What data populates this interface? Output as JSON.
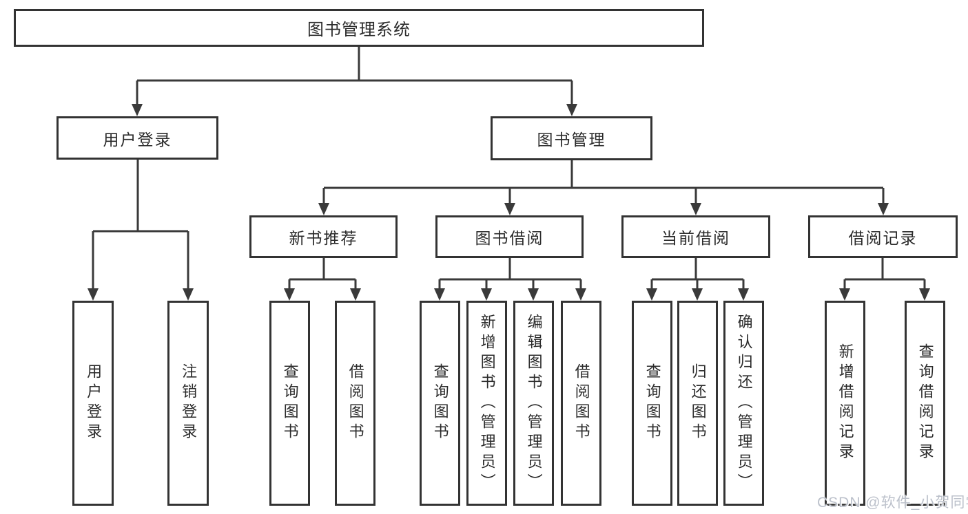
{
  "diagram": {
    "root": {
      "label": "图书管理系统"
    },
    "level2": [
      {
        "label": "用户登录"
      },
      {
        "label": "图书管理"
      }
    ],
    "level3": [
      {
        "label": "新书推荐"
      },
      {
        "label": "图书借阅"
      },
      {
        "label": "当前借阅"
      },
      {
        "label": "借阅记录"
      }
    ],
    "leaves": {
      "user_login": [
        "用户登录",
        "注销登录"
      ],
      "new_book_recommend": [
        "查询图书",
        "借阅图书"
      ],
      "book_borrow": [
        "查询图书",
        "新增图书（管理员）",
        "编辑图书（管理员）",
        "借阅图书"
      ],
      "current_borrow": [
        "查询图书",
        "归还图书",
        "确认归还（管理员）"
      ],
      "borrow_record": [
        "新增借阅记录",
        "查询借阅记录"
      ]
    }
  },
  "watermark": {
    "text": "CSDN @软件_小贺同学"
  },
  "colors": {
    "line": "#3a3a3a",
    "border": "#333333",
    "text": "#2b2b2b",
    "background": "#ffffff",
    "watermark": "#bcc1cb"
  }
}
